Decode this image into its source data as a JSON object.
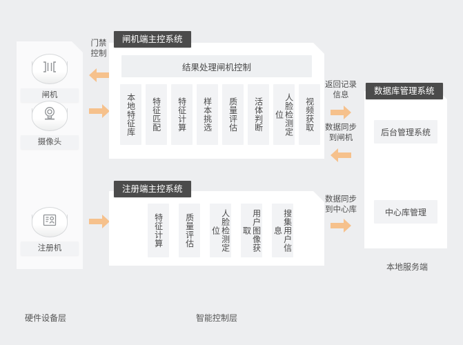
{
  "diagram": {
    "background_color": "#edeef0",
    "accent_arrow_color": "#f6c18c",
    "title_bar_color": "#4b4b4b"
  },
  "hardware_layer": {
    "caption": "硬件设备层",
    "devices": [
      {
        "label": "闸机",
        "icon": "turnstile-icon"
      },
      {
        "label": "摄像头",
        "icon": "camera-icon"
      },
      {
        "label": "注册机",
        "icon": "id-card-person-icon"
      }
    ]
  },
  "control_layer": {
    "caption": "智能控制层",
    "gate_system": {
      "title": "闸机端主控系统",
      "top_bar": "结果处理闸机控制",
      "modules": [
        "本地特征库",
        "特征匹配",
        "特征计算",
        "样本挑选",
        "质量评估",
        "活体判断",
        "人脸检测定位",
        "视频获取"
      ]
    },
    "register_system": {
      "title": "注册端主控系统",
      "modules": [
        "特征计算",
        "质量评估",
        "人脸检测定位",
        "用户图像获取",
        "搜集用户信息"
      ]
    }
  },
  "server_layer": {
    "caption": "本地服务端",
    "database_system": {
      "title": "数据库管理系统",
      "boxes": [
        "后台管理系统",
        "中心库管理"
      ]
    }
  },
  "flows": [
    {
      "label": "门禁\n控制",
      "direction": "left",
      "icon": "arrow-left-icon"
    },
    {
      "label": "",
      "direction": "right",
      "icon": "arrow-right-icon"
    },
    {
      "label": "",
      "direction": "right",
      "icon": "arrow-right-icon"
    },
    {
      "label": "返回记录\n信息",
      "direction": "right",
      "icon": "arrow-right-icon"
    },
    {
      "label": "数据同步\n到闸机",
      "direction": "left",
      "icon": "arrow-left-icon"
    },
    {
      "label": "数据同步\n到中心库",
      "direction": "right",
      "icon": "arrow-right-icon"
    }
  ]
}
